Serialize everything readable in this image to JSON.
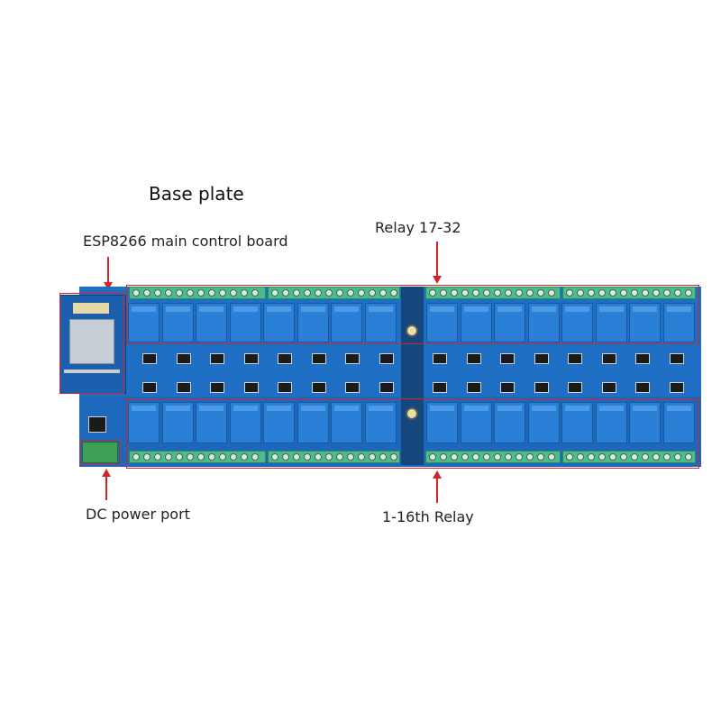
{
  "title": "Base plate",
  "labels": {
    "esp": "ESP8266 main control board",
    "relay_top": "Relay 17-32",
    "dc": "DC power port",
    "relay_bottom": "1-16th Relay"
  },
  "colors": {
    "board": "#1f6fc4",
    "annotation": "#d0262a",
    "terminal": "#4dbb8a",
    "relay": "#2a7fd6"
  }
}
